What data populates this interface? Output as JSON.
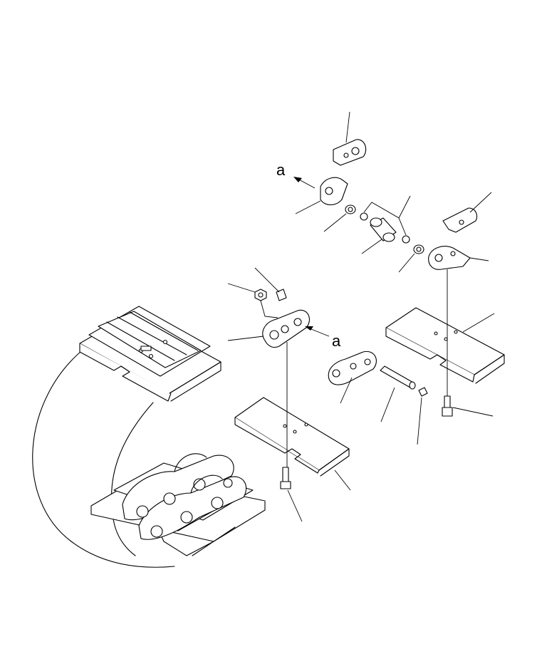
{
  "diagram": {
    "callouts": [
      {
        "id": "upper",
        "text": "a"
      },
      {
        "id": "lower",
        "text": "a"
      }
    ]
  }
}
